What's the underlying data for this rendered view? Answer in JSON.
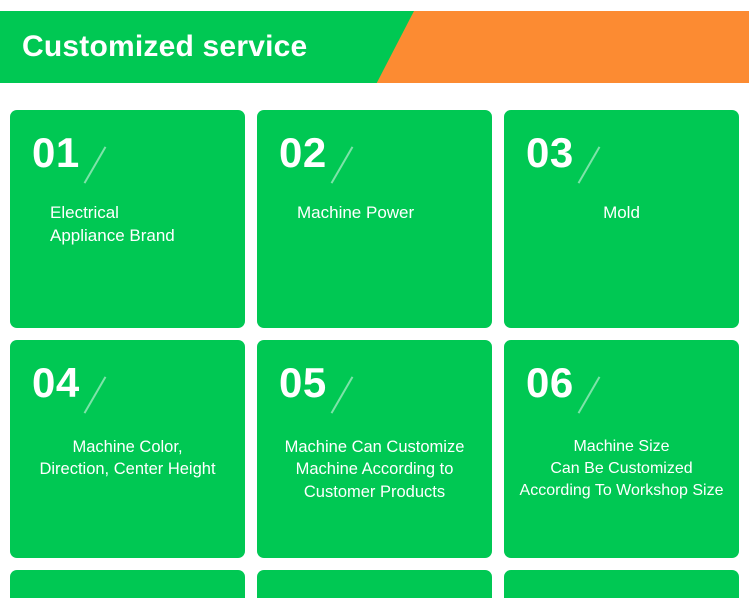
{
  "header": {
    "title": "Customized service",
    "green_color": "#00c853",
    "orange_color": "#fc8b32"
  },
  "cards": [
    {
      "number": "01",
      "text": "Electrical\nAppliance Brand",
      "align": "left"
    },
    {
      "number": "02",
      "text": "Machine Power",
      "align": "left"
    },
    {
      "number": "03",
      "text": "Mold",
      "align": "center"
    },
    {
      "number": "04",
      "text": "Machine Color,\nDirection, Center Height",
      "align": "center"
    },
    {
      "number": "05",
      "text": "Machine Can Customize\nMachine According to\nCustomer Products",
      "align": "center"
    },
    {
      "number": "06",
      "text": "Machine Size\nCan Be Customized\nAccording To Workshop Size",
      "align": "center"
    }
  ]
}
